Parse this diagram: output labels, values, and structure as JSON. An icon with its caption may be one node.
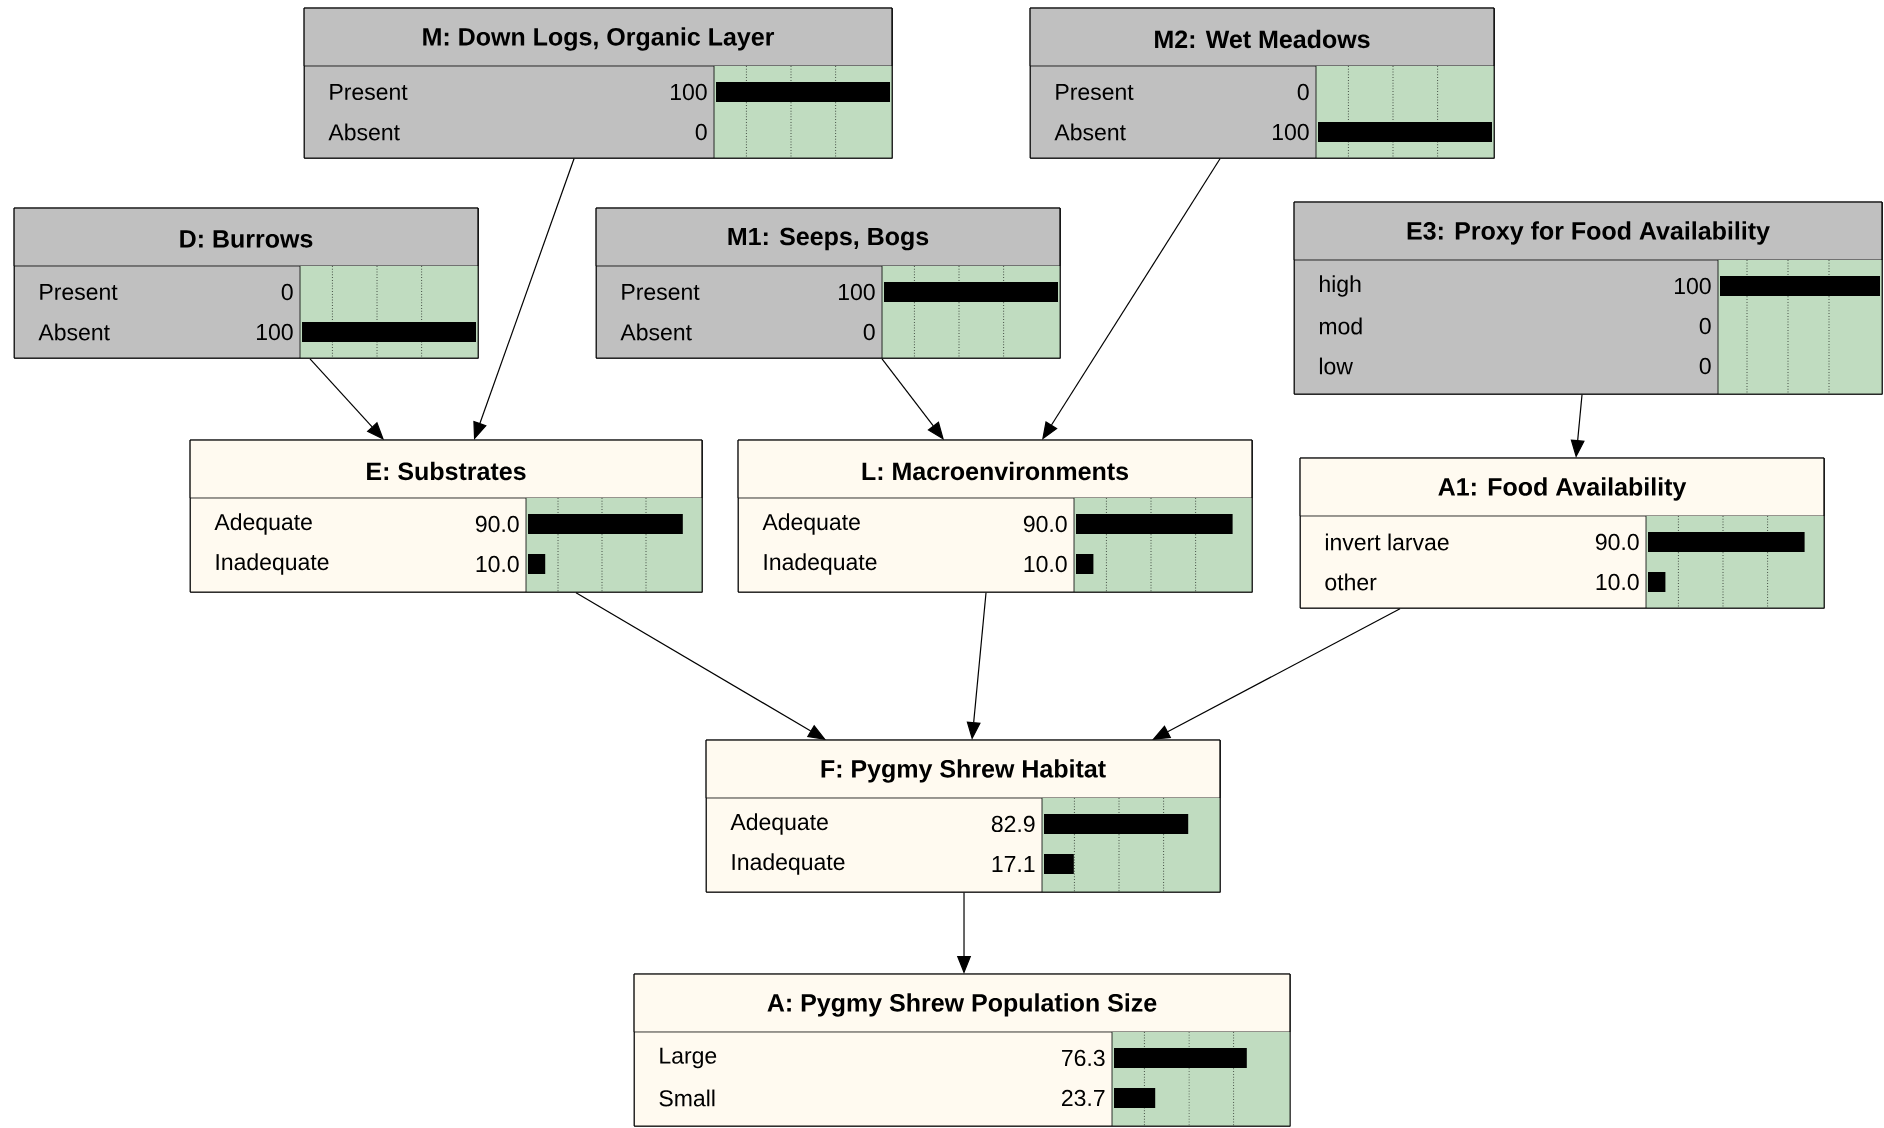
{
  "diagram": {
    "nodes": [
      {
        "text": [
          "M: Down Logs, Organic Layer",
          "Present",
          "100",
          "Absent",
          "0"
        ]
      },
      {
        "text": [
          "M2: Wet Meadows",
          "Present",
          "0",
          "Absent",
          "100"
        ]
      },
      {
        "text": [
          "D: Burrows",
          "Present",
          "0",
          "Absent",
          "100"
        ]
      },
      {
        "text": [
          "M1: Seeps, Bogs",
          "Present",
          "100",
          "Absent",
          "0"
        ]
      },
      {
        "text": [
          "E3: Proxy for Food Availability",
          "high",
          "100",
          "mod",
          "0",
          "low",
          "0"
        ]
      },
      {
        "text": [
          "E: Substrates",
          "Adequate",
          "90.0",
          "Inadequate",
          "10.0"
        ]
      },
      {
        "text": [
          "L: Macroenvironments",
          "Adequate",
          "90.0",
          "Inadequate",
          "10.0"
        ]
      },
      {
        "text": [
          "A1: Food Availability",
          "invert larvae",
          "90.0",
          "other",
          "10.0"
        ]
      },
      {
        "text": [
          "F: Pygmy Shrew Habitat",
          "Adequate",
          "82.9",
          "Inadequate",
          "17.1"
        ]
      },
      {
        "text": [
          "A: Pygmy Shrew Population Size",
          "Large",
          "76.3",
          "Small",
          "23.7"
        ]
      }
    ],
    "edges": [
      {
        "from": 0,
        "to": 5,
        "arrow": "to"
      },
      {
        "from": 2,
        "to": 5,
        "arrow": "to"
      },
      {
        "from": 3,
        "to": 6,
        "arrow": "to"
      },
      {
        "from": 1,
        "to": 6,
        "arrow": "to"
      },
      {
        "from": 4,
        "to": 7,
        "arrow": "to"
      },
      {
        "from": 5,
        "to": 8,
        "arrow": "to"
      },
      {
        "from": 6,
        "to": 8,
        "arrow": "to"
      },
      {
        "from": 7,
        "to": 8,
        "arrow": "to"
      },
      {
        "from": 8,
        "to": 9,
        "arrow": "to"
      }
    ]
  }
}
